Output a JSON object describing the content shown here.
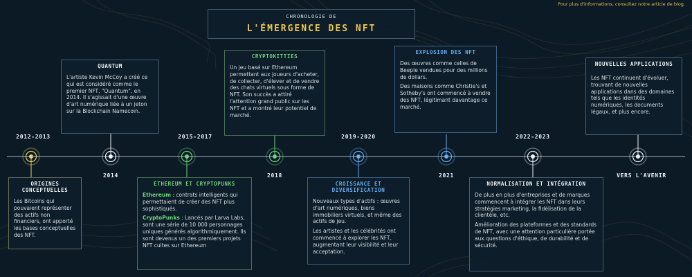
{
  "header": {
    "link": "Pour plus d'informations, consultez notre article de blog.",
    "title_small": "CHRONOLOGIE DE",
    "title_big": "L'ÉMERGENCE DES NFT"
  },
  "colors": {
    "background": "#0c1a26",
    "yellow": "#e9d06c",
    "green": "#6ed37b",
    "blue": "#66aef0",
    "white": "#eef2f5"
  },
  "milestones": [
    {
      "date": "2012-2013",
      "title": "ORIGINES CONCEPTUELLES",
      "text": "Les Bitcoins qui pouvaient représenter des actifs non financiers, ont apporté les bases conceptuelles des NFT."
    },
    {
      "date": "2014",
      "title": "QUANTUM",
      "text": "L'artiste Kevin McCoy a créé ce qui est considéré comme le premier NFT, \"Quantum\", en 2014. Il s'agissait d'une œuvre d'art numérique liée à un jeton sur la Blockchain Namecoin."
    },
    {
      "date": "2015-2017",
      "title": "ETHEREUM ET CRYPTOPUNKS",
      "eth_label": "Ethereum",
      "eth_text": " : contrats intelligents qui permettaient de créer des NFT plus sophistiqués.",
      "punks_label": "CryptoPunks",
      "punks_text": " : Lancés par Larva Labs, sont une série de 10 000 personnages uniques générés algorithmiquement. Ils sont devenus un des premiers projets NFT cultes sur Ethereum"
    },
    {
      "date": "2018",
      "title": "CRYPTOKITTIES",
      "text": "Un jeu basé sur Ethereum permettant aux joueurs d'acheter, de collecter, d'élever et de vendre des chats virtuels sous forme de NFT. Son succès a attiré l'attention grand public sur les NFT et a montré leur potentiel de marché."
    },
    {
      "date": "2019-2020",
      "title": "CROISSANCE ET DIVERSIFICATION",
      "text1": "Nouveaux types d'actifs : œuvres d'art numériques, biens immobiliers virtuels, et même des actifs de jeu.",
      "text2": "Les artistes et les célébrités ont commencé à explorer les NFT, augmentant leur visibilité et leur acceptation."
    },
    {
      "date": "2021",
      "title": "EXPLOSION DES NFT",
      "text1": "Des œuvres comme celles de Beeple vendues pour des millions de dollars.",
      "text2": "Des maisons comme Christie's et Sotheby's ont commencé à vendre des NFT, légitimant davantage ce marché."
    },
    {
      "date": "2022-2023",
      "title": "NORMALISATION ET INTÉGRATION",
      "text1": "De plus en plus d'entreprises et de marques commencent à intégrer les NFT dans leurs stratégies marketing, la fidélisation de la clientèle, etc.",
      "text2": "Amélioration des plateformes et des standards de NFT, avec une attention particulière portée aux questions d'éthique, de durabilité et de sécurité."
    },
    {
      "date": "VERS L'AVENIR",
      "title": "NOUVELLES APPLICATIONS",
      "text": "Les NFT continuent d'évoluer, trouvant de nouvelles applications dans des domaines tels que les identités numériques, les documents légaux, et plus encore."
    }
  ]
}
